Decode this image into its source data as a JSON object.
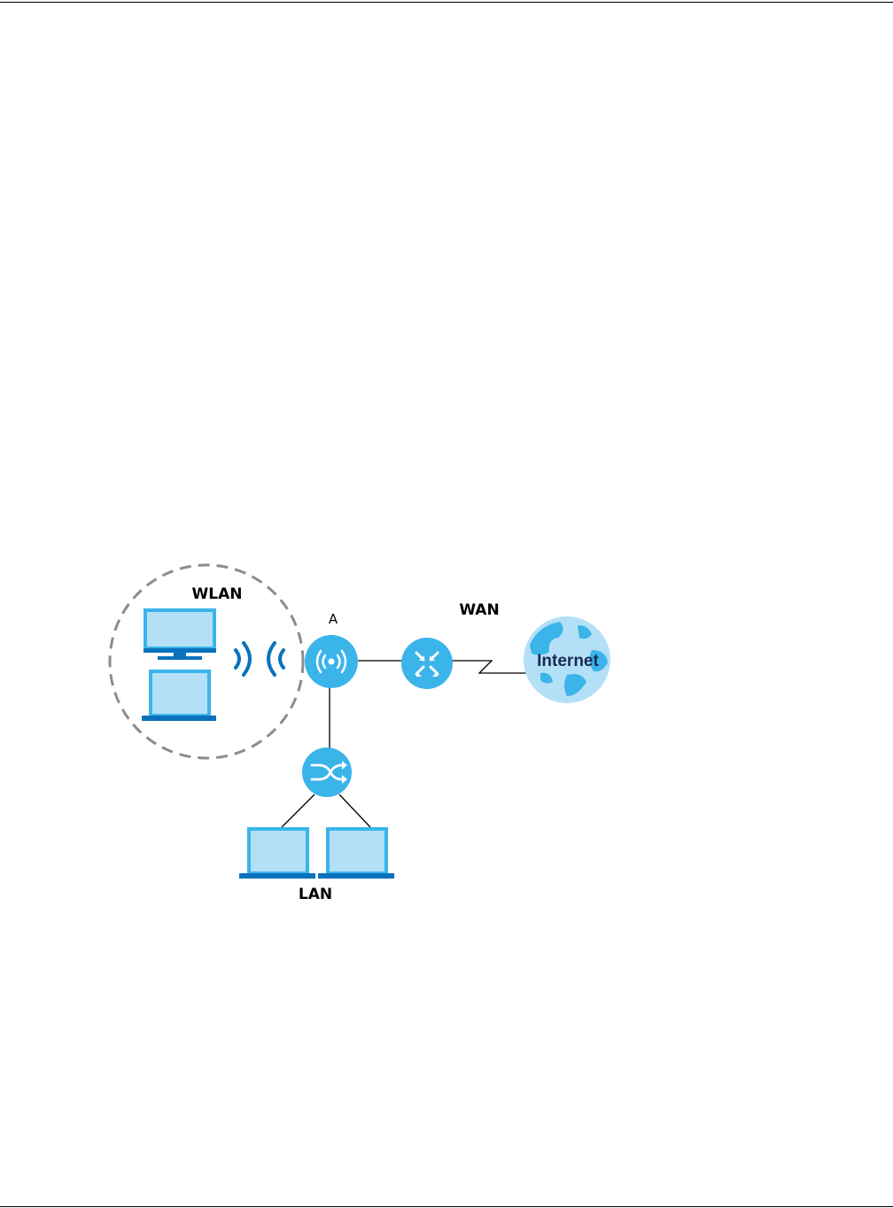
{
  "labels": {
    "wlan": "WLAN",
    "wan": "WAN",
    "ap": "A",
    "internet": "Internet",
    "lan": "LAN"
  },
  "colors": {
    "node_blue": "#3bb4ea",
    "screen_light": "#b3e0f7",
    "device_blue": "#0a72bd",
    "dashed_circle": "#8c8c8c",
    "globe_light": "#b3e0f7",
    "globe_land": "#3bb4ea",
    "link_line": "#000000"
  },
  "icons": [
    "desktop-icon",
    "laptop-icon",
    "wifi-waves-icon",
    "access-point-icon",
    "router-icon",
    "switch-icon",
    "globe-icon"
  ]
}
